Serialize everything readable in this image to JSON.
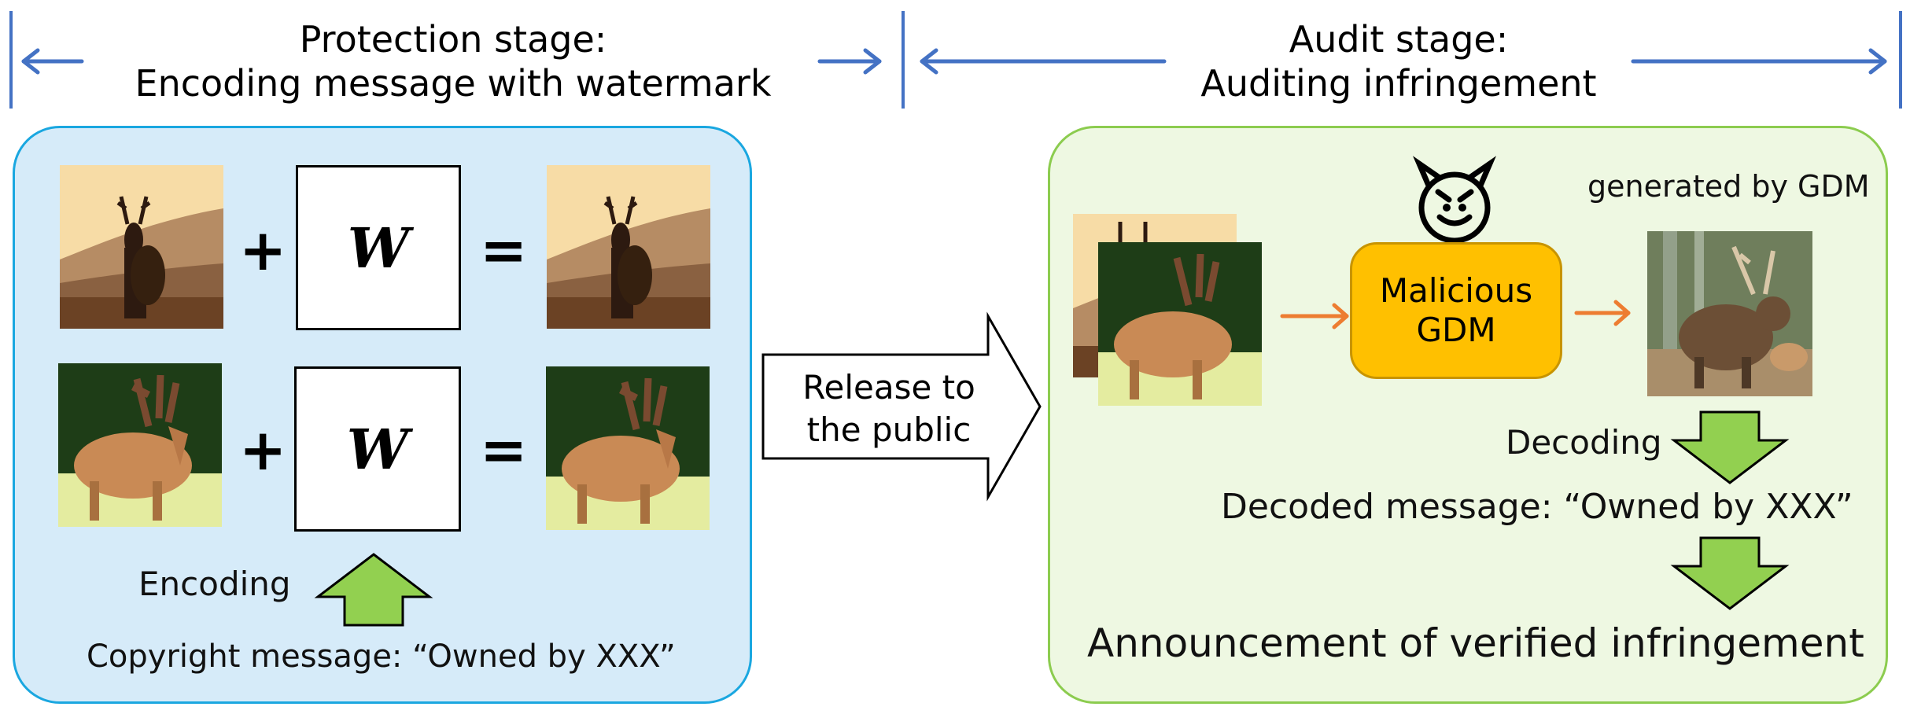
{
  "header": {
    "protection_stage": {
      "line1": "Protection stage:",
      "line2": "Encoding message with watermark"
    },
    "audit_stage": {
      "line1": "Audit stage:",
      "line2": "Auditing infringement"
    },
    "arrow_color": "#4472c4"
  },
  "protection_panel": {
    "background": "#d6ebf9",
    "border_color": "#1aa7e0",
    "rows": [
      {
        "input_image": "deer-silhouette-sunset",
        "plus": "+",
        "watermark_symbol": "W",
        "equals": "=",
        "output_image": "deer-silhouette-sunset-watermarked"
      },
      {
        "input_image": "red-deer-grass",
        "plus": "+",
        "watermark_symbol": "W",
        "equals": "=",
        "output_image": "red-deer-grass-watermarked"
      }
    ],
    "encoding_label": "Encoding",
    "copyright_message": "Copyright message: “Owned by XXX”"
  },
  "release_arrow": {
    "line1": "Release to",
    "line2": "the public"
  },
  "audit_panel": {
    "background": "#eef8e2",
    "border_color": "#8ccc4f",
    "input_images": [
      "deer-silhouette-sunset-watermarked",
      "red-deer-grass-watermarked"
    ],
    "attacker_icon": "devil-face-icon",
    "model": {
      "line1": "Malicious",
      "line2": "GDM",
      "color": "#ffc000"
    },
    "generated_label": "generated by GDM",
    "generated_image": "generated-deer-forest",
    "decoding_label": "Decoding",
    "decoded_message": "Decoded message: “Owned by XXX”",
    "announcement": "Announcement of verified infringement",
    "flow_arrow_color": "#ed7d31",
    "block_arrow_color": "#92d050"
  }
}
